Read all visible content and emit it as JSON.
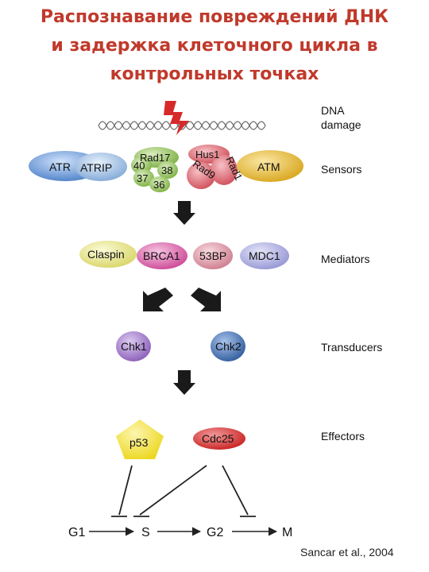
{
  "title": {
    "line1": "Распознавание повреждений ДНК",
    "line2": "и задержка клеточного цикла в",
    "line3": "контрольных точках"
  },
  "stages": {
    "dna_damage_1": "DNA",
    "dna_damage_2": "damage",
    "sensors": "Sensors",
    "mediators": "Mediators",
    "transducers": "Transducers",
    "effectors": "Effectors"
  },
  "sensors": {
    "atr": "ATR",
    "atrip": "ATRIP",
    "rad17": "Rad17",
    "n40": "40",
    "n38": "38",
    "n37": "37",
    "n36": "36",
    "hus1": "Hus1",
    "rad9": "Rad9",
    "rad1": "Rad1",
    "atm": "ATM"
  },
  "mediators": {
    "claspin": "Claspin",
    "brca1": "BRCA1",
    "53bp": "53BP",
    "mdc1": "MDC1"
  },
  "transducers": {
    "chk1": "Chk1",
    "chk2": "Chk2"
  },
  "effectors": {
    "p53": "p53",
    "cdc25": "Cdc25"
  },
  "cycle": {
    "g1": "G1",
    "s": "S",
    "g2": "G2",
    "m": "M"
  },
  "citation": "Sancar et al., 2004",
  "colors": {
    "title": "#c0392b",
    "atr": "#5b8fd6",
    "atrip": "#8fb4dd",
    "rad9_1_17": "#8cbf4e",
    "hus1": "#d9606a",
    "atm": "#e0b52c",
    "claspin": "#e4e27a",
    "brca1": "#d75aa6",
    "53bp": "#d98f9e",
    "mdc1": "#a6a7dd",
    "chk1": "#9b6fc4",
    "chk2": "#3b67a8",
    "p53": "#f2e12c",
    "cdc25": "#d42c2c"
  }
}
